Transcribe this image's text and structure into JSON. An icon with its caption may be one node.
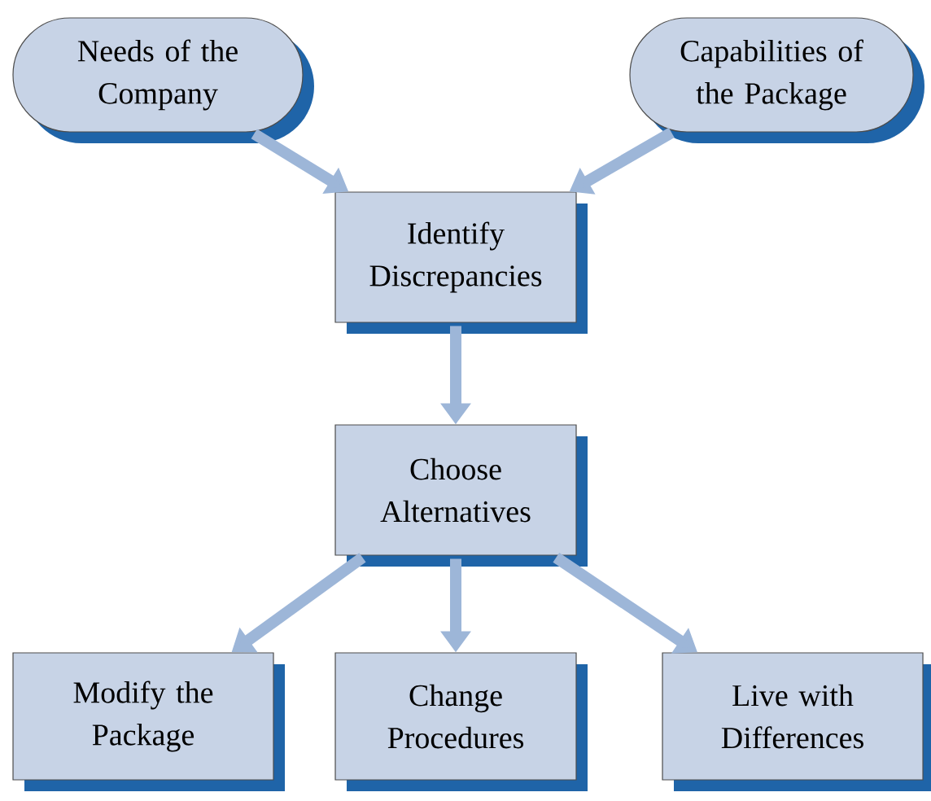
{
  "diagram": {
    "nodes": [
      {
        "text": [
          "Needs of the Company"
        ]
      },
      {
        "text": [
          "Capabilities of the Package"
        ]
      },
      {
        "text": [
          "Identify Discrepancies"
        ]
      },
      {
        "text": [
          "Choose Alternatives"
        ]
      },
      {
        "text": [
          "Modify the Package"
        ]
      },
      {
        "text": [
          "Change Procedures"
        ]
      },
      {
        "text": [
          "Live with Differences"
        ]
      }
    ],
    "edges": [
      {
        "from": 0,
        "to": 2,
        "arrow": "to"
      },
      {
        "from": 1,
        "to": 2,
        "arrow": "to"
      },
      {
        "from": 2,
        "to": 3,
        "arrow": "to"
      },
      {
        "from": 3,
        "to": 4,
        "arrow": "to"
      },
      {
        "from": 3,
        "to": 5,
        "arrow": "to"
      },
      {
        "from": 3,
        "to": 6,
        "arrow": "to"
      }
    ]
  }
}
